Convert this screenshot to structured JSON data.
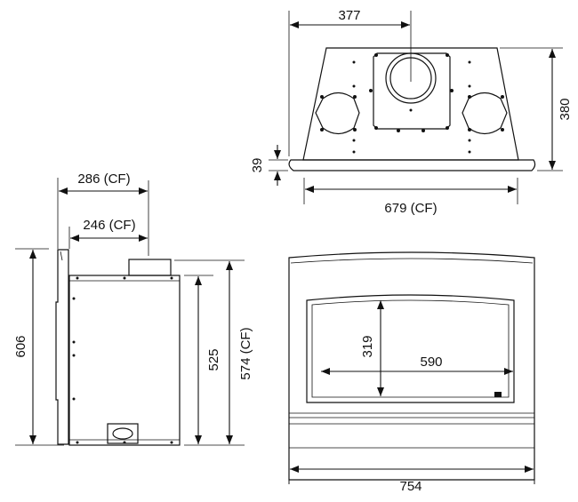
{
  "dimensions": {
    "top_flue_offset": "377",
    "top_depth": "380",
    "top_lip": "39",
    "top_width_cf": "679 (CF)",
    "side_depth_cf": "286 (CF)",
    "side_body_depth_cf": "246 (CF)",
    "side_overall_height": "606",
    "side_body_height": "525",
    "side_height_cf": "574 (CF)",
    "glass_height": "319",
    "glass_width": "590",
    "front_width": "754"
  }
}
